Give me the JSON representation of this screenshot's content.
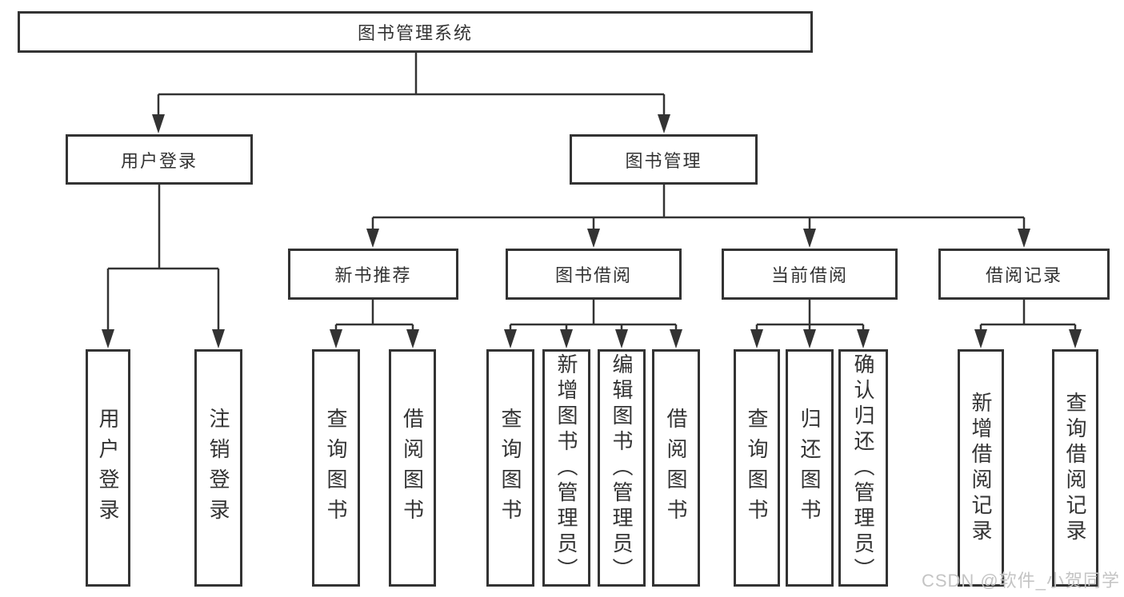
{
  "diagram": {
    "root": {
      "label": "图书管理系统"
    },
    "level2": [
      {
        "label": "用户登录"
      },
      {
        "label": "图书管理"
      }
    ],
    "level3": [
      {
        "label": "新书推荐"
      },
      {
        "label": "图书借阅"
      },
      {
        "label": "当前借阅"
      },
      {
        "label": "借阅记录"
      }
    ],
    "leaves": {
      "user_login": [
        {
          "label": "用户登录"
        },
        {
          "label": "注销登录"
        }
      ],
      "new_book": [
        {
          "label": "查询图书"
        },
        {
          "label": "借阅图书"
        }
      ],
      "book_borrow": [
        {
          "label": "查询图书"
        },
        {
          "label": "新增图书（管理员）"
        },
        {
          "label": "编辑图书（管理员）"
        },
        {
          "label": "借阅图书"
        }
      ],
      "current_borrow": [
        {
          "label": "查询图书"
        },
        {
          "label": "归还图书"
        },
        {
          "label": "确认归还（管理员）"
        }
      ],
      "borrow_records": [
        {
          "label": "新增借阅记录"
        },
        {
          "label": "查询借阅记录"
        }
      ]
    }
  },
  "watermark": {
    "text": "CSDN @软件_小贺同学"
  },
  "colors": {
    "background": "#ffffff",
    "border": "#333333",
    "line": "#333333",
    "text": "#333333",
    "watermark": "#c4c4c4"
  }
}
